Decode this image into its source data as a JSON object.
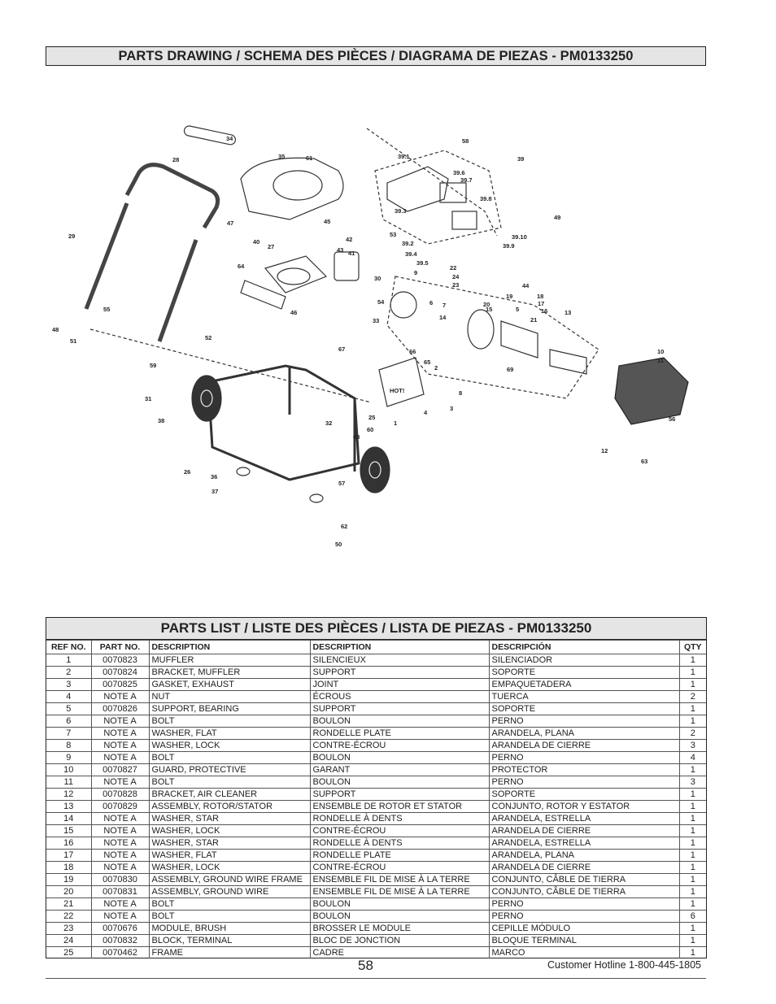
{
  "header": {
    "title": "PARTS DRAWING / SCHEMA DES PIÈCES / DIAGRAMA DE PIEZAS - PM0133250"
  },
  "parts_list": {
    "title": "PARTS LIST / LISTE DES PIÈCES / LISTA DE PIEZAS - PM0133250",
    "columns": [
      "REF NO.",
      "PART NO.",
      "DESCRIPTION",
      "DESCRIPTION",
      "DESCRIPCIÓN",
      "QTY"
    ],
    "rows": [
      [
        "1",
        "0070823",
        "MUFFLER",
        "SILENCIEUX",
        "SILENCIADOR",
        "1"
      ],
      [
        "2",
        "0070824",
        "BRACKET, MUFFLER",
        "SUPPORT",
        "SOPORTE",
        "1"
      ],
      [
        "3",
        "0070825",
        "GASKET, EXHAUST",
        "JOINT",
        "EMPAQUETADERA",
        "1"
      ],
      [
        "4",
        "NOTE A",
        "NUT",
        "ÉCROUS",
        "TUERCA",
        "2"
      ],
      [
        "5",
        "0070826",
        "SUPPORT, BEARING",
        "SUPPORT",
        "SOPORTE",
        "1"
      ],
      [
        "6",
        "NOTE A",
        "BOLT",
        "BOULON",
        "PERNO",
        "1"
      ],
      [
        "7",
        "NOTE A",
        "WASHER, FLAT",
        "RONDELLE PLATE",
        "ARANDELA, PLANA",
        "2"
      ],
      [
        "8",
        "NOTE A",
        "WASHER, LOCK",
        "CONTRE-ÉCROU",
        "ARANDELA DE CIERRE",
        "3"
      ],
      [
        "9",
        "NOTE A",
        "BOLT",
        "BOULON",
        "PERNO",
        "4"
      ],
      [
        "10",
        "0070827",
        "GUARD, PROTECTIVE",
        "GARANT",
        "PROTECTOR",
        "1"
      ],
      [
        "11",
        "NOTE A",
        "BOLT",
        "BOULON",
        "PERNO",
        "3"
      ],
      [
        "12",
        "0070828",
        "BRACKET, AIR CLEANER",
        "SUPPORT",
        "SOPORTE",
        "1"
      ],
      [
        "13",
        "0070829",
        "ASSEMBLY, ROTOR/STATOR",
        "ENSEMBLE DE ROTOR ET STATOR",
        "CONJUNTO, ROTOR Y ESTATOR",
        "1"
      ],
      [
        "14",
        "NOTE A",
        "WASHER, STAR",
        "RONDELLE À DENTS",
        "ARANDELA, ESTRELLA",
        "1"
      ],
      [
        "15",
        "NOTE A",
        "WASHER, LOCK",
        "CONTRE-ÉCROU",
        "ARANDELA DE CIERRE",
        "1"
      ],
      [
        "16",
        "NOTE A",
        "WASHER, STAR",
        "RONDELLE À DENTS",
        "ARANDELA, ESTRELLA",
        "1"
      ],
      [
        "17",
        "NOTE A",
        "WASHER, FLAT",
        "RONDELLE PLATE",
        "ARANDELA, PLANA",
        "1"
      ],
      [
        "18",
        "NOTE A",
        "WASHER, LOCK",
        "CONTRE-ÉCROU",
        "ARANDELA DE CIERRE",
        "1"
      ],
      [
        "19",
        "0070830",
        "ASSEMBLY, GROUND WIRE FRAME",
        "ENSEMBLE FIL DE MISE À LA TERRE",
        "CONJUNTO, CÂBLE DE TIERRA",
        "1"
      ],
      [
        "20",
        "0070831",
        "ASSEMBLY, GROUND WIRE",
        "ENSEMBLE FIL DE MISE À LA TERRE",
        "CONJUNTO, CÂBLE DE TIERRA",
        "1"
      ],
      [
        "21",
        "NOTE A",
        "BOLT",
        "BOULON",
        "PERNO",
        "1"
      ],
      [
        "22",
        "NOTE A",
        "BOLT",
        "BOULON",
        "PERNO",
        "6"
      ],
      [
        "23",
        "0070676",
        "MODULE, BRUSH",
        "BROSSER LE MODULE",
        "CEPILLE MÓDULO",
        "1"
      ],
      [
        "24",
        "0070832",
        "BLOCK, TERMINAL",
        "BLOC DE JONCTION",
        "BLOQUE TERMINAL",
        "1"
      ],
      [
        "25",
        "0070462",
        "FRAME",
        "CADRE",
        "MARCO",
        "1"
      ]
    ]
  },
  "drawing": {
    "callouts": [
      "1",
      "2",
      "3",
      "4",
      "5",
      "6",
      "7",
      "8",
      "9",
      "10",
      "11",
      "12",
      "13",
      "14",
      "15",
      "16",
      "17",
      "18",
      "19",
      "20",
      "21",
      "22",
      "23",
      "24",
      "25",
      "26",
      "27",
      "28",
      "29",
      "30",
      "31",
      "32",
      "33",
      "34",
      "35",
      "36",
      "37",
      "38",
      "39",
      "39.1",
      "39.2",
      "39.3",
      "39.4",
      "39.5",
      "39.6",
      "39.7",
      "39.8",
      "39.9",
      "39.10",
      "40",
      "41",
      "42",
      "43",
      "44",
      "45",
      "46",
      "47",
      "48",
      "49",
      "50",
      "51",
      "52",
      "53",
      "54",
      "55",
      "56",
      "57",
      "58",
      "59",
      "60",
      "61",
      "62",
      "63",
      "64",
      "65",
      "66",
      "67",
      "68",
      "69"
    ],
    "decal_text": "HOT!"
  },
  "footer": {
    "page_number": "58",
    "hotline": "Customer Hotline 1-800-445-1805"
  }
}
